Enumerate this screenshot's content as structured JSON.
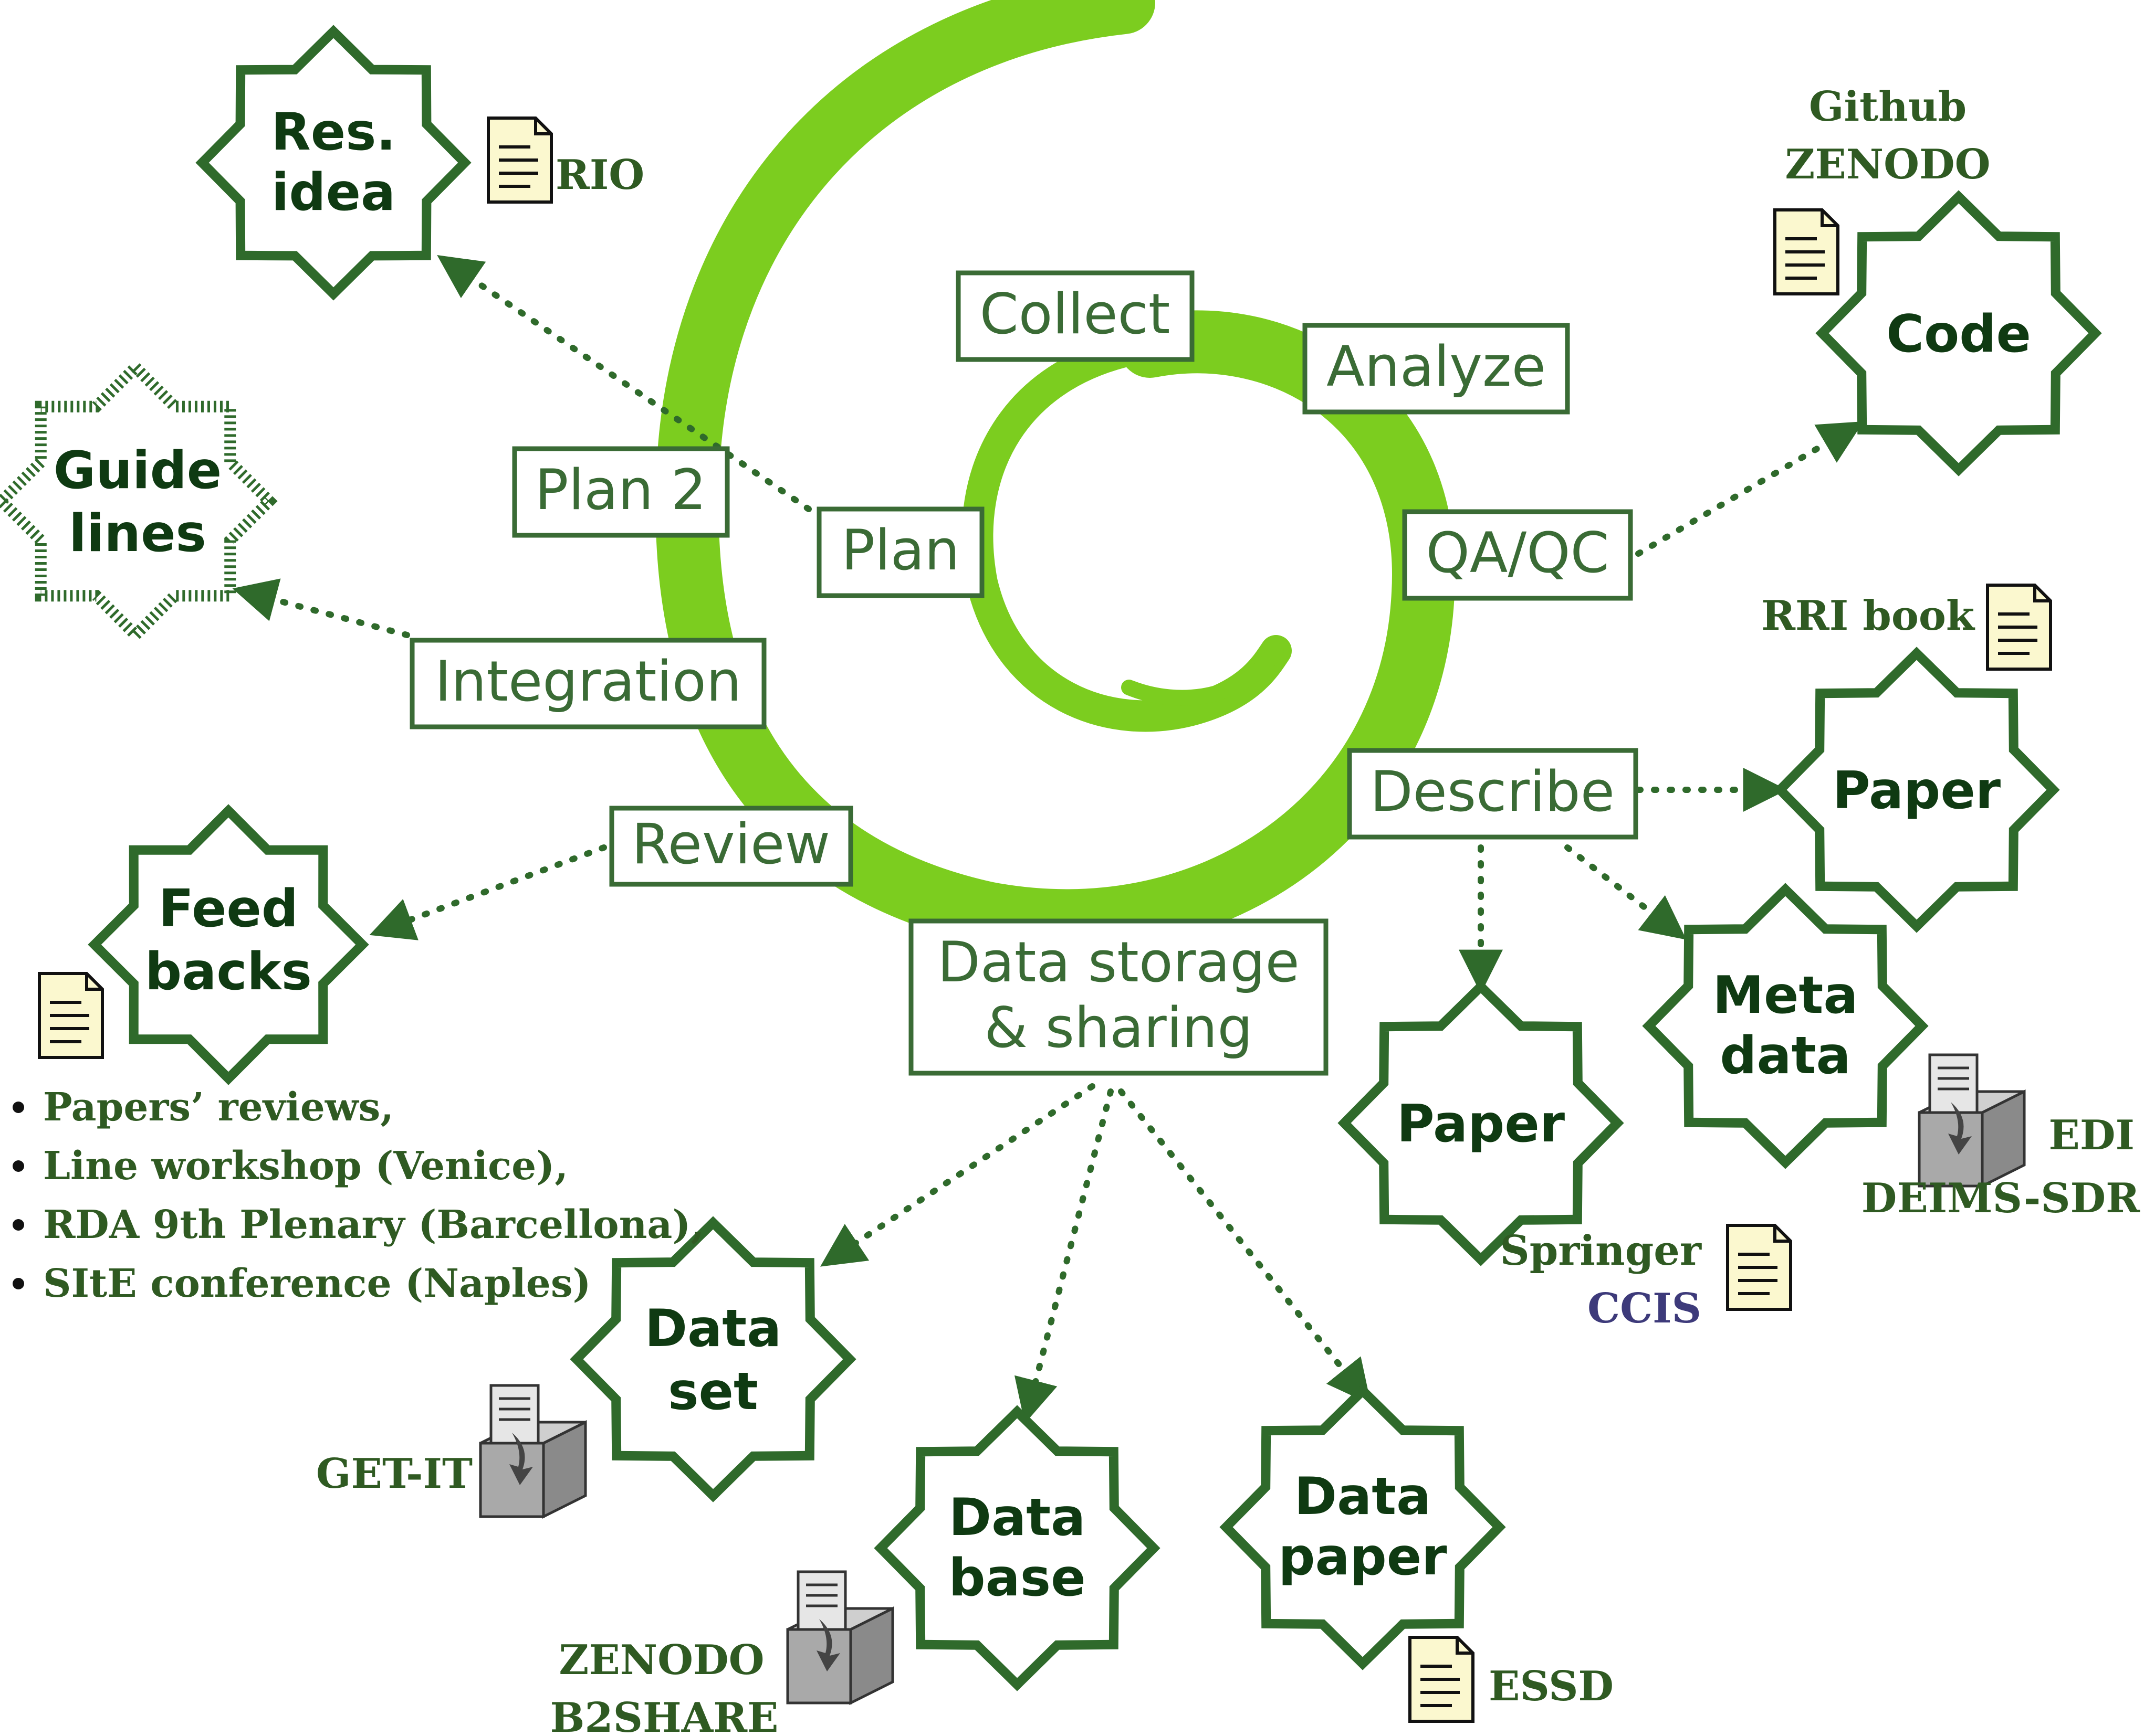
{
  "colors": {
    "swirl": "#7ccd1f",
    "dark_green": "#2f6a2b",
    "text_green": "#3a6b35",
    "label_green": "#2f5a22",
    "doc_fill": "#fbf8cf",
    "ccis_blue": "#3d3a7a"
  },
  "process_steps": {
    "collect": "Collect",
    "analyze": "Analyze",
    "plan2": "Plan 2",
    "plan": "Plan",
    "qaqc": "QA/QC",
    "integration": "Integration",
    "describe": "Describe",
    "review": "Review",
    "storage_line1": "Data storage",
    "storage_line2": "& sharing"
  },
  "outputs": {
    "res_idea": [
      "Res.",
      "idea"
    ],
    "guidelines": [
      "Guide",
      "lines"
    ],
    "feedbacks": [
      "Feed",
      "backs"
    ],
    "code": [
      "Code"
    ],
    "paper_right": [
      "Paper"
    ],
    "paper_bottom": [
      "Paper"
    ],
    "metadata": [
      "Meta",
      "data"
    ],
    "dataset": [
      "Data",
      "set"
    ],
    "database": [
      "Data",
      "base"
    ],
    "datapaper": [
      "Data",
      "paper"
    ]
  },
  "labels": {
    "rio": "RIO",
    "github": "Github",
    "zenodo_code": "ZENODO",
    "rri_book": "RRI book",
    "edi": "EDI",
    "deims": "DEIMS-SDR",
    "springer": "Springer",
    "ccis": "CCIS",
    "getit": "GET-IT",
    "zenodo_db": "ZENODO",
    "b2share": "B2SHARE",
    "essd": "ESSD"
  },
  "feedback_events": [
    "Papers’ reviews,",
    "Line workshop (Venice),",
    "RDA 9th Plenary (Barcellona),",
    "SItE conference (Naples)"
  ],
  "icons": {
    "document": "document-icon",
    "archive": "archive-box-icon"
  }
}
